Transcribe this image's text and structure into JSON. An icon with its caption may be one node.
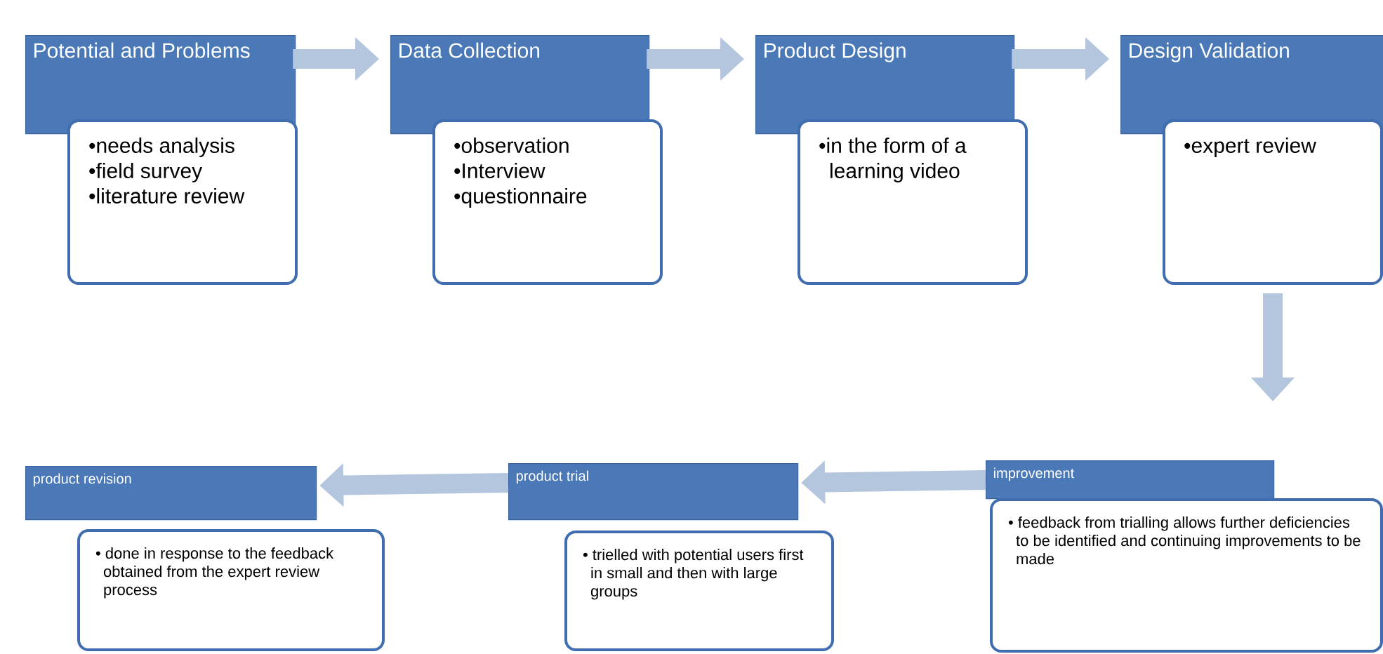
{
  "diagram": {
    "nodes": [
      {
        "text": [
          "Potential and Problems"
        ]
      },
      {
        "text": [
          "•needs analysis",
          "•field survey",
          "•literature review"
        ]
      },
      {
        "text": [
          "Data Collection"
        ]
      },
      {
        "text": [
          "•observation",
          "•Interview",
          "•questionnaire"
        ]
      },
      {
        "text": [
          "Product Design"
        ]
      },
      {
        "text": [
          "•in the form of a learning video"
        ]
      },
      {
        "text": [
          "Design Validation"
        ]
      },
      {
        "text": [
          "•expert review"
        ]
      },
      {
        "text": [
          "improvement"
        ]
      },
      {
        "text": [
          "• feedback from trialling allows further deficiencies to  be identified and continuing improvements to be made"
        ]
      },
      {
        "text": [
          "product trial"
        ]
      },
      {
        "text": [
          "• trielled with potential users first in small and then with large groups"
        ]
      },
      {
        "text": [
          "product revision"
        ]
      },
      {
        "text": [
          "• done in response to the feedback obtained from the expert review process"
        ]
      }
    ],
    "edges": [
      {
        "from": 0,
        "to": 2,
        "arrow": "to"
      },
      {
        "from": 2,
        "to": 4,
        "arrow": "to"
      },
      {
        "from": 4,
        "to": 6,
        "arrow": "to"
      },
      {
        "from": 7,
        "to": 8,
        "arrow": "to"
      },
      {
        "from": 8,
        "to": 10,
        "arrow": "to"
      },
      {
        "from": 10,
        "to": 12,
        "arrow": "to"
      }
    ]
  }
}
